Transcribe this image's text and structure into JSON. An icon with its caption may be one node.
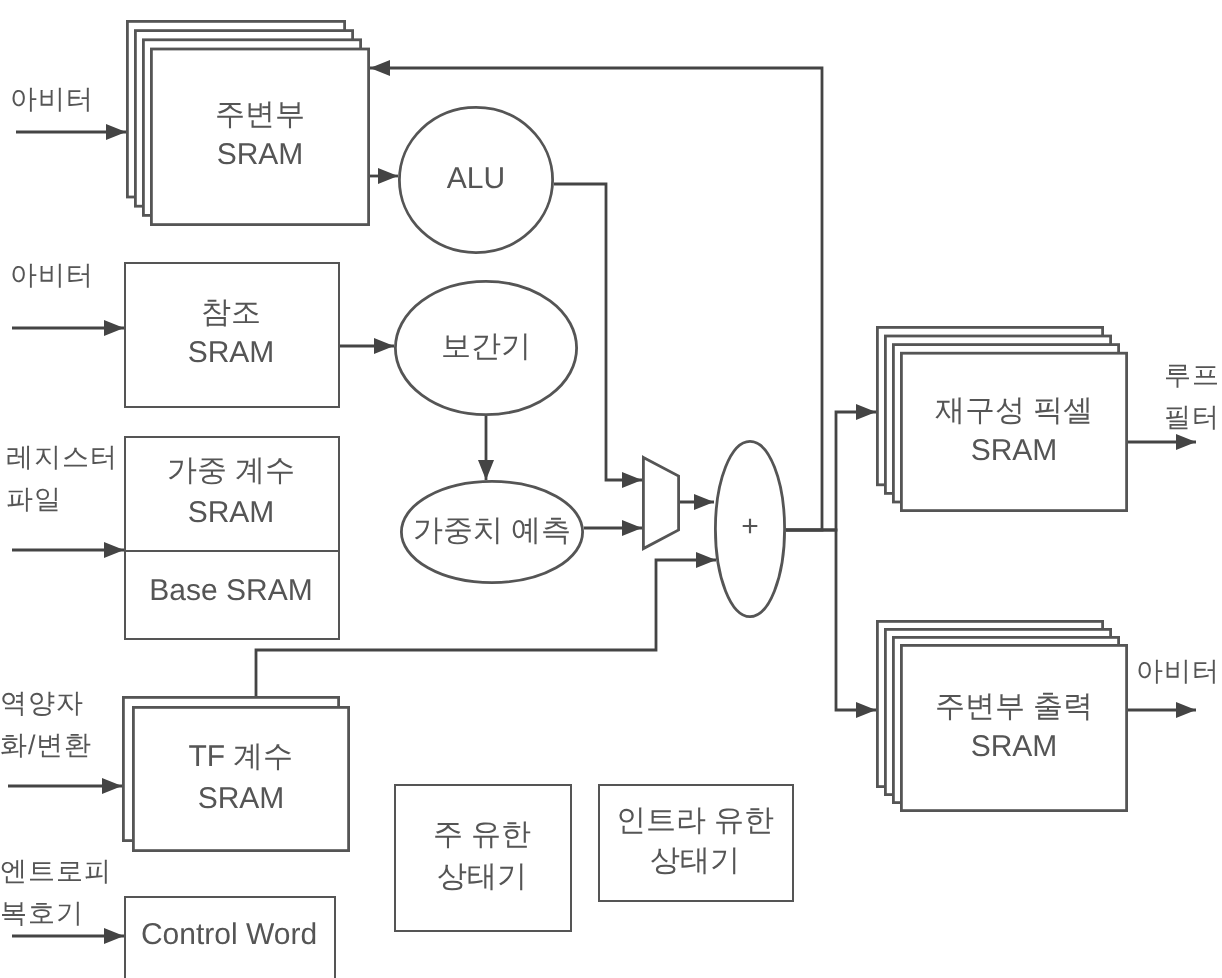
{
  "diagram": {
    "nodes": [
      {
        "text": [
          "아비터"
        ]
      },
      {
        "text": [
          "주변부 SRAM"
        ]
      },
      {
        "text": [
          "ALU"
        ]
      },
      {
        "text": [
          "아비터"
        ]
      },
      {
        "text": [
          "참조 SRAM"
        ]
      },
      {
        "text": [
          "보간기"
        ]
      },
      {
        "text": [
          "레지스터 파일"
        ]
      },
      {
        "text": [
          "가중 계수 SRAM"
        ]
      },
      {
        "text": [
          "가중치 예측"
        ]
      },
      {
        "text": [
          "Base SRAM"
        ]
      },
      {
        "text": [],
        "shape": "trapezoid"
      },
      {
        "text": [
          "+"
        ]
      },
      {
        "text": [
          "재구성 픽셀 SRAM"
        ]
      },
      {
        "text": [
          "루프 필터"
        ]
      },
      {
        "text": [
          "역양자화/변환"
        ]
      },
      {
        "text": [
          "TF 계수 SRAM"
        ]
      },
      {
        "text": [
          "주변부 출력 SRAM"
        ]
      },
      {
        "text": [
          "아비터"
        ]
      },
      {
        "text": [
          "주 유한 상태기"
        ]
      },
      {
        "text": [
          "인트라 유한 상태기"
        ]
      },
      {
        "text": [
          "엔트로피 복호기"
        ]
      },
      {
        "text": [
          "Control Word"
        ]
      }
    ],
    "edges": [
      {
        "from": 0,
        "to": 1,
        "arrow": "to"
      },
      {
        "from": 1,
        "to": 2,
        "arrow": "to"
      },
      {
        "from": 3,
        "to": 4,
        "arrow": "to"
      },
      {
        "from": 4,
        "to": 5,
        "arrow": "to"
      },
      {
        "from": 5,
        "to": 8,
        "arrow": "to"
      },
      {
        "from": 6,
        "to": 7,
        "arrow": "to"
      },
      {
        "from": 2,
        "to": 10,
        "arrow": "to"
      },
      {
        "from": 8,
        "to": 10,
        "arrow": "to"
      },
      {
        "from": 10,
        "to": 11,
        "arrow": "to"
      },
      {
        "from": 15,
        "to": 11,
        "arrow": "to"
      },
      {
        "from": 11,
        "to": 12,
        "arrow": "to"
      },
      {
        "from": 11,
        "to": 16,
        "arrow": "to"
      },
      {
        "from": 11,
        "to": 1,
        "arrow": "to"
      },
      {
        "from": 12,
        "to": 13,
        "arrow": "to"
      },
      {
        "from": 16,
        "to": 17,
        "arrow": "to"
      },
      {
        "from": 14,
        "to": 15,
        "arrow": "to"
      },
      {
        "from": 20,
        "to": 21,
        "arrow": "to"
      }
    ]
  }
}
